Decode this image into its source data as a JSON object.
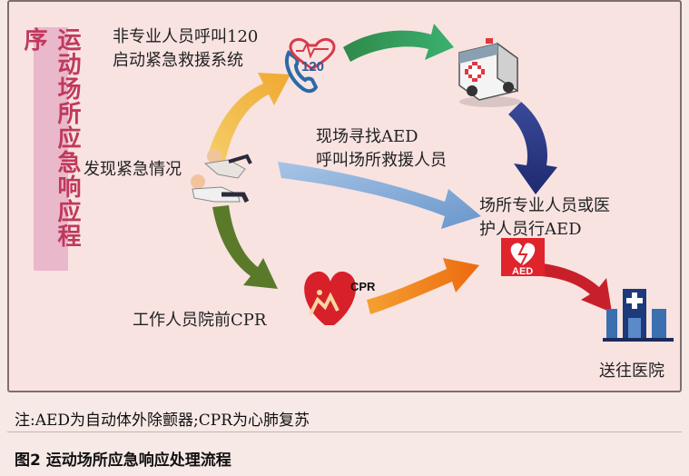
{
  "title_vertical": "运动场所应急响应程序",
  "nodes": {
    "call120": [
      "非专业人员呼叫120",
      "启动紧急救援系统"
    ],
    "found_aed": [
      "现场寻找AED",
      "呼叫场所救援人员"
    ],
    "discover": "发现紧急情况",
    "staff_aed": [
      "场所专业人员或医",
      "护人员行AED"
    ],
    "staff_cpr": "工作人员院前CPR",
    "hospital": "送往医院"
  },
  "icons": {
    "phone_text": "120",
    "cpr_text": "CPR",
    "aed_text": "AED"
  },
  "colors": {
    "yellow": "#f0b840",
    "green_light": "#2a9a5a",
    "navy": "#2a3a8a",
    "blue": "#7aa6d6",
    "olive": "#5a7a2a",
    "orange": "#f08a1a",
    "red": "#c8202a"
  },
  "note": "注:AED为自动体外除颤器;CPR为心肺复苏",
  "caption": "图2  运动场所应急响应处理流程"
}
